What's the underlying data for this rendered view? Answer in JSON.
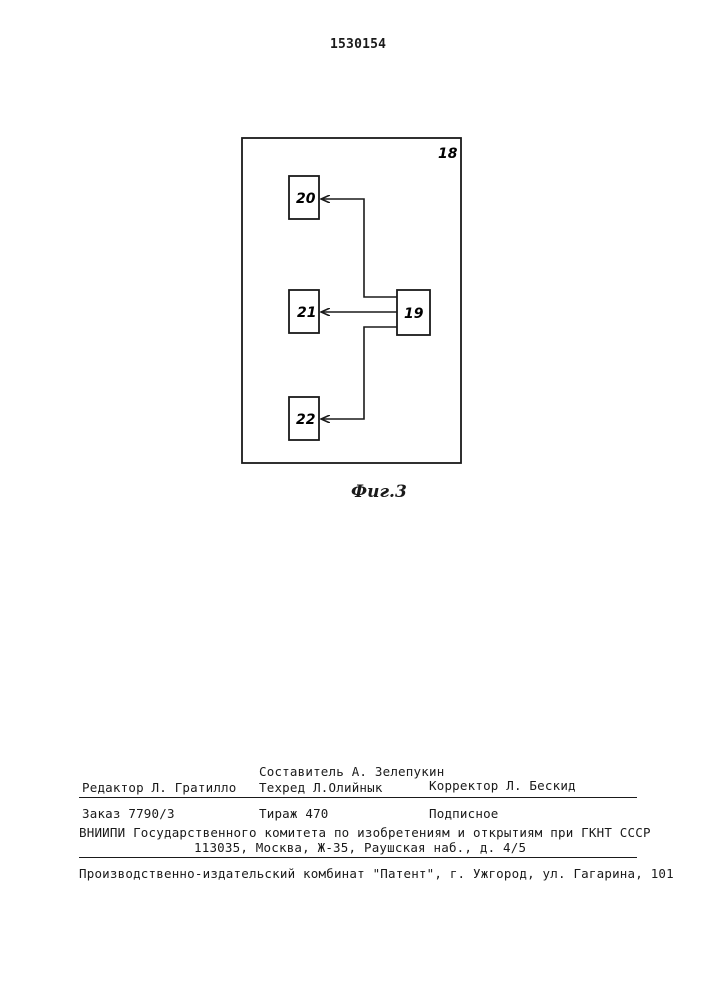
{
  "header": {
    "patent_number": "1530154"
  },
  "figure": {
    "frame_label": "18",
    "controller_label": "19",
    "block_labels": [
      "20",
      "21",
      "22"
    ],
    "caption": "Фиг.3"
  },
  "imprint": {
    "compiler": "Составитель А. Зелепукин",
    "editor": "Редактор Л. Гратилло",
    "techred": "Техред Л.Олийнык",
    "corrector": "Корректор Л. Бескид",
    "order": "Заказ 7790/3",
    "circulation": "Тираж 470",
    "subscription": "Подписное",
    "institute": "ВНИИПИ Государственного комитета по изобретениям и открытиям при ГКНТ СССР",
    "address": "113035, Москва, Ж-35, Раушская наб., д. 4/5",
    "publisher": "Производственно-издательский комбинат \"Патент\", г. Ужгород, ул. Гагарина, 101"
  }
}
